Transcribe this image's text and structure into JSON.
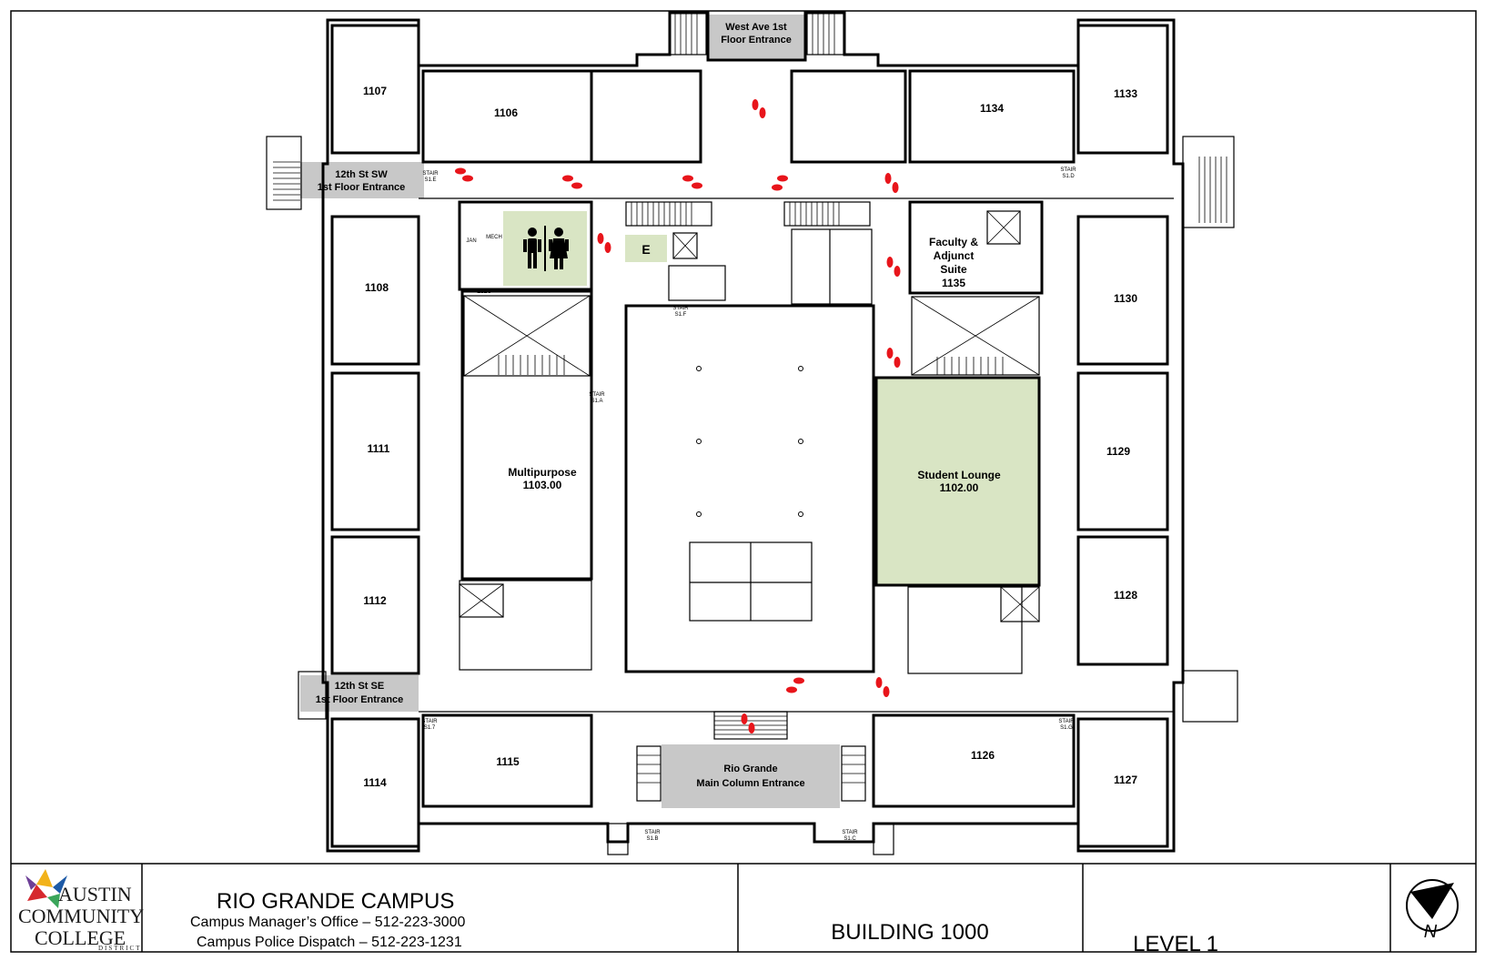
{
  "rooms": {
    "r1107": "1107",
    "r1106": "1106",
    "r1134": "1134",
    "r1133": "1133",
    "r1108": "1108",
    "r1130": "1130",
    "r1111": "1111",
    "r1129": "1129",
    "r1112": "1112",
    "r1128": "1128",
    "r1114": "1114",
    "r1115": "1115",
    "r1126": "1126",
    "r1127": "1127",
    "multipurpose_line1": "Multipurpose",
    "multipurpose_line2": "1103.00",
    "lounge_line1": "Student Lounge",
    "lounge_line2": "1102.00",
    "faculty_line1": "Faculty &",
    "faculty_line2": "Adjunct",
    "faculty_line3": "Suite",
    "faculty_line4": "1135",
    "elevator": "E"
  },
  "entrances": {
    "west_ave_line1": "West Ave 1st",
    "west_ave_line2": "Floor Entrance",
    "sw_line1": "12th St SW",
    "sw_line2": "1st Floor Entrance",
    "se_line1": "12th St SE",
    "se_line2": "1st Floor Entrance",
    "main_line1": "Rio Grande",
    "main_line2": "Main Column Entrance"
  },
  "stairs": {
    "s1": "STAIR",
    "s1_sub": "S1.E",
    "s2": "STAIR",
    "s2_sub": "S1.F",
    "s3": "STAIR",
    "s3_sub": "S1.A",
    "s4": "STAIR",
    "s4_sub": "S1.D",
    "s5": "STAIR",
    "s5_sub": "S1.7",
    "s6": "STAIR",
    "s6_sub": "S1.G",
    "s7": "STAIR",
    "s7_sub": "S1.B",
    "s8": "STAIR",
    "s8_sub": "S1.C",
    "janitor": "JAN",
    "mech": "MECH",
    "elec": "ELEC"
  },
  "title_block": {
    "logo_line1": "AUSTIN",
    "logo_line2": "COMMUNITY",
    "logo_line3": "COLLEGE",
    "logo_line4": "DISTRICT",
    "campus": "RIO GRANDE CAMPUS",
    "manager": "Campus Manager’s Office – 512-223-3000",
    "police": "Campus Police Dispatch – 512-223-1231",
    "building": "BUILDING 1000",
    "level": "LEVEL 1",
    "north": "N"
  },
  "colors": {
    "highlight_green": "#d9e5c4",
    "entrance_gray": "#c8c8c8",
    "footprint_red": "#e8151b",
    "logo_blue": "#1d5aa6",
    "logo_red": "#d6292e",
    "logo_yellow": "#f2b21a",
    "logo_green": "#3aa55a",
    "logo_purple": "#6d3f97"
  }
}
